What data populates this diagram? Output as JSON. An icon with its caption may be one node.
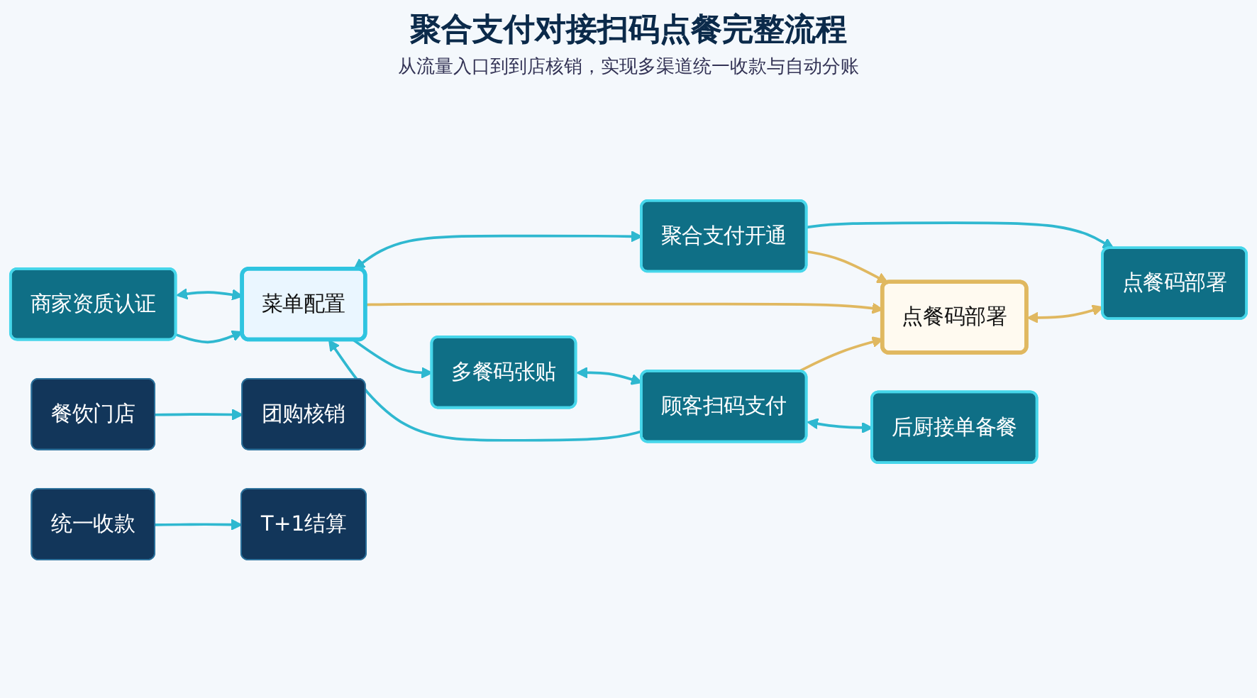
{
  "diagram": {
    "title": "聚合支付对接扫码点餐完整流程",
    "caption": "从流量入口到到店核销，实现多渠道统一收款与自动分账",
    "nodes": [
      {
        "text": [
          "商家资质认证"
        ]
      },
      {
        "text": [
          "聚合支付开通"
        ]
      },
      {
        "text": [
          "点餐码部署"
        ]
      },
      {
        "text": [
          "菜单配置"
        ]
      },
      {
        "text": [
          "点餐码部署"
        ]
      },
      {
        "text": [
          "多餐码张贴"
        ]
      },
      {
        "text": [
          "顾客扫码支付"
        ]
      },
      {
        "text": [
          "后厨接单备餐"
        ]
      },
      {
        "text": [
          "餐饮门店"
        ]
      },
      {
        "text": [
          "团购核销"
        ]
      },
      {
        "text": [
          "统一收款"
        ]
      },
      {
        "text": [
          "T+1结算"
        ]
      }
    ],
    "edges": [
      {
        "from": 0,
        "to": 3,
        "arrow": "both"
      },
      {
        "from": 0,
        "to": 3,
        "arrow": "to"
      },
      {
        "from": 3,
        "to": 1,
        "arrow": "both"
      },
      {
        "from": 1,
        "to": 2,
        "arrow": "to"
      },
      {
        "from": 1,
        "to": 4,
        "arrow": "to",
        "color": "#e0b860"
      },
      {
        "from": 3,
        "to": 4,
        "arrow": "to",
        "color": "#e0b860"
      },
      {
        "from": 4,
        "to": 2,
        "arrow": "both",
        "color": "#e0b860"
      },
      {
        "from": 3,
        "to": 5,
        "arrow": "to"
      },
      {
        "from": 6,
        "to": 3,
        "arrow": "to"
      },
      {
        "from": 5,
        "to": 6,
        "arrow": "both"
      },
      {
        "from": 6,
        "to": 4,
        "arrow": "to",
        "color": "#e0b860"
      },
      {
        "from": 6,
        "to": 7,
        "arrow": "both"
      },
      {
        "from": 8,
        "to": 9,
        "arrow": "to"
      },
      {
        "from": 10,
        "to": 11,
        "arrow": "to"
      }
    ]
  }
}
